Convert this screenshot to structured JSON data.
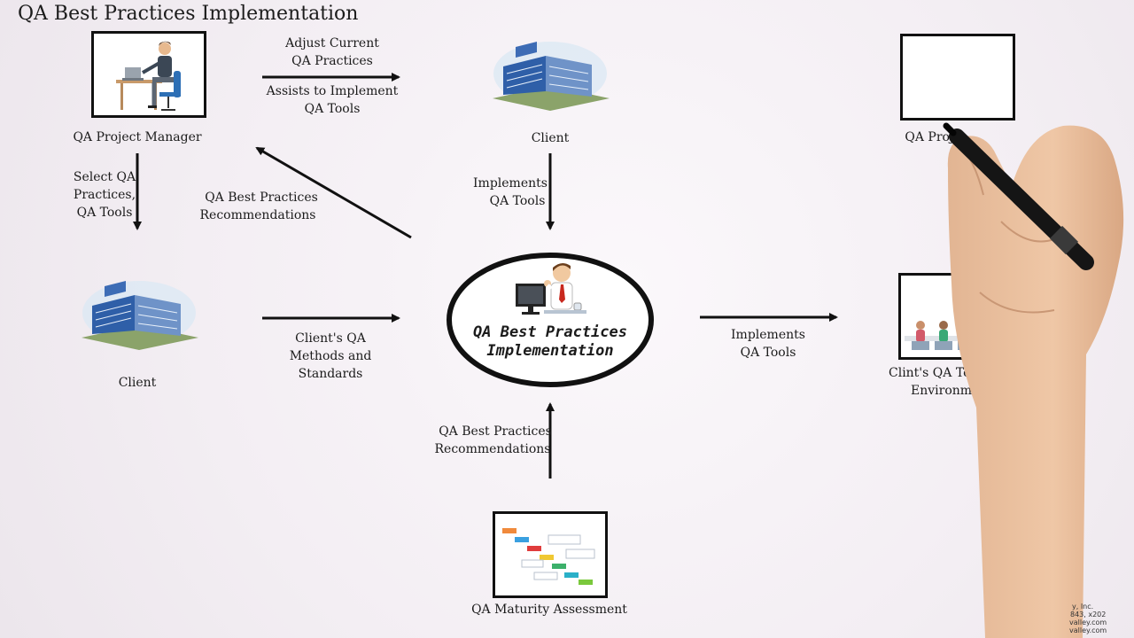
{
  "title": "QA Best Practices Implementation",
  "nodes": {
    "project_manager": "QA Project Manager",
    "client_top": "Client",
    "project_right": "QA Proje",
    "client_left": "Client",
    "center_line1": "QA Best Practices",
    "center_line2": "Implementation",
    "qa_team_line1": "Clint's QA Team i",
    "qa_team_line2": "Environment",
    "maturity": "QA Maturity Assessment"
  },
  "edges": {
    "adjust_line1": "Adjust Current",
    "adjust_line2": "QA Practices",
    "assists_line1": "Assists to Implement",
    "assists_line2": "QA Tools",
    "select_line1": "Select QA",
    "select_line2": "Practices,",
    "select_line3": "QA Tools",
    "recommend_top_line1": "QA Best Practices",
    "recommend_top_line2": "Recommendations",
    "implements_top_line1": "Implements",
    "implements_top_line2": "QA Tools",
    "client_qa_line1": "Client's QA",
    "client_qa_line2": "Methods and",
    "client_qa_line3": "Standards",
    "implements_right_line1": "Implements",
    "implements_right_line2": "QA Tools",
    "recommend_bottom_line1": "QA Best Practices",
    "recommend_bottom_line2": "Recommendations"
  },
  "footer": {
    "line1": "y, Inc.",
    "line2": "843, x202",
    "line3": "valley.com",
    "line4": "valley.com"
  },
  "colors": {
    "ink": "#111111",
    "background": "#f3eef3",
    "building_blue": "#2f5fa8"
  }
}
